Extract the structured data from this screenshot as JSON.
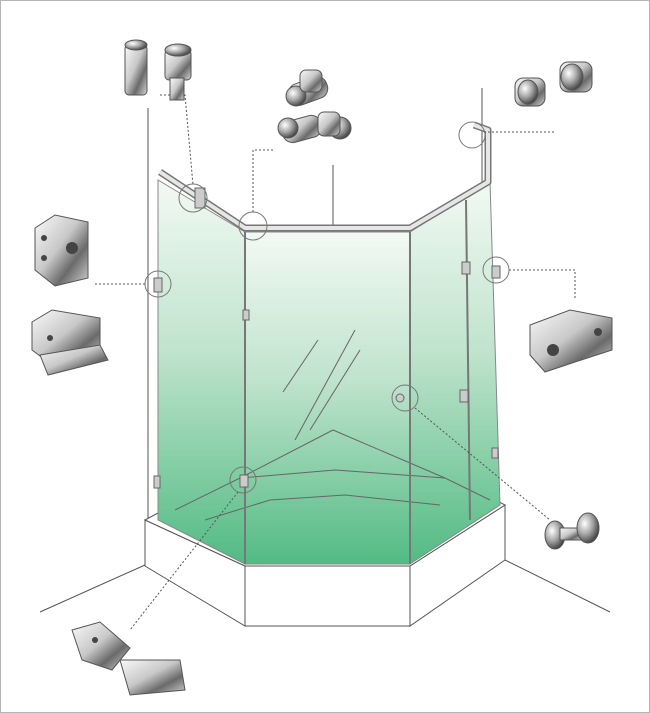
{
  "diagram": {
    "subject": "shower-enclosure-hardware",
    "colors": {
      "glass_top": "#eef7f1",
      "glass_bottom": "#56bd86",
      "metal_light": "#f4f4f4",
      "metal_dark": "#6e6e6e",
      "line": "#555555",
      "border": "#b5b5b5"
    },
    "components": [
      {
        "name": "tube-to-glass-clamp"
      },
      {
        "name": "tube-elbow-connector"
      },
      {
        "name": "tube-wall-flange"
      },
      {
        "name": "glass-clamp-square"
      },
      {
        "name": "glass-hinge-wall"
      },
      {
        "name": "glass-clamp-90-degree"
      },
      {
        "name": "door-knob"
      },
      {
        "name": "glass-hinge-135-degree"
      }
    ]
  }
}
